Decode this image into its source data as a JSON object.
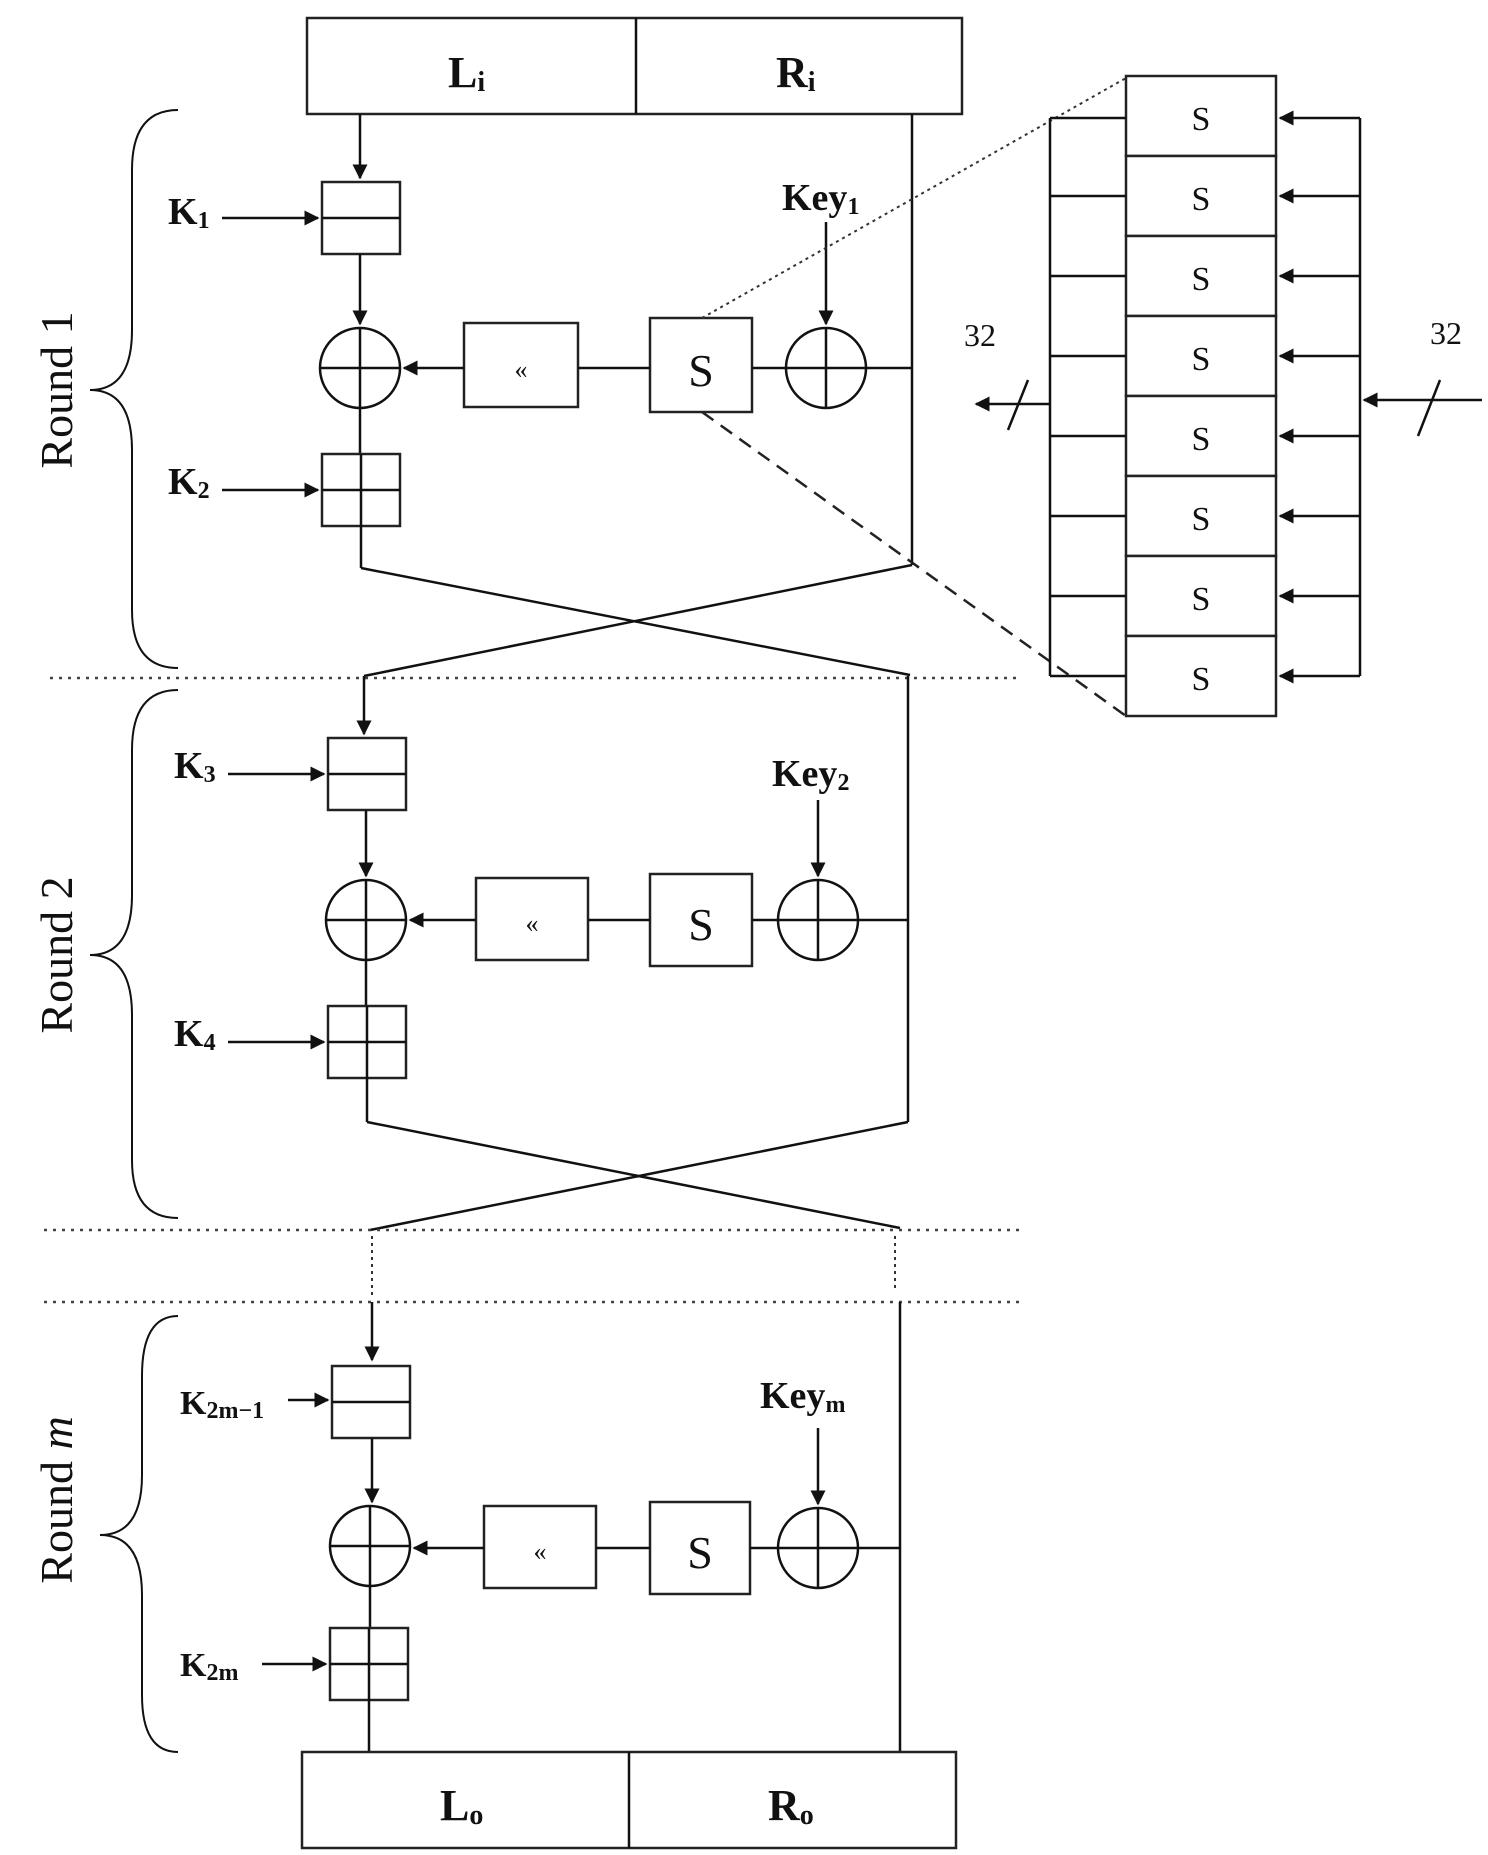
{
  "input": {
    "left": "L",
    "left_sub": "i",
    "right": "R",
    "right_sub": "i"
  },
  "output": {
    "left": "L",
    "left_sub": "o",
    "right": "R",
    "right_sub": "o"
  },
  "rounds": [
    {
      "label": "Round 1",
      "label_em": "",
      "ka": "K",
      "ka_sub": "1",
      "kb": "K",
      "kb_sub": "2",
      "key": "Key",
      "key_sub": "1",
      "sbox": "S",
      "shift": "«"
    },
    {
      "label": "Round 2",
      "label_em": "",
      "ka": "K",
      "ka_sub": "3",
      "kb": "K",
      "kb_sub": "4",
      "key": "Key",
      "key_sub": "2",
      "sbox": "S",
      "shift": "«"
    },
    {
      "label": "Round ",
      "label_em": "m",
      "ka": "K",
      "ka_sub": "2m−1",
      "kb": "K",
      "kb_sub": "2m",
      "key": "Key",
      "key_sub": "m",
      "sbox": "S",
      "shift": "«"
    }
  ],
  "sbox_detail": {
    "cells": [
      "S",
      "S",
      "S",
      "S",
      "S",
      "S",
      "S",
      "S"
    ],
    "out_width": "32",
    "in_width": "32"
  }
}
